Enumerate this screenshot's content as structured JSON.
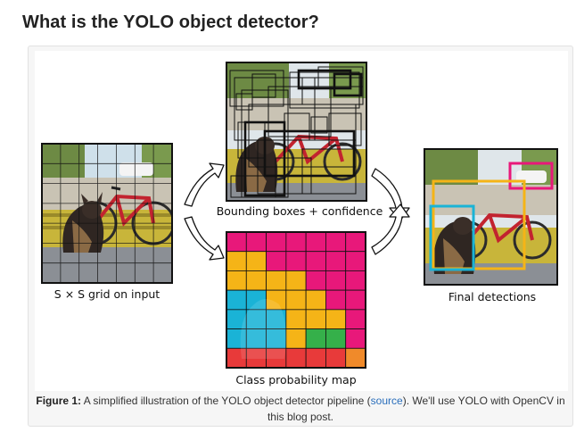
{
  "page": {
    "title": "What is the YOLO object detector?"
  },
  "figure": {
    "labels": {
      "grid": "S × S grid on input",
      "boxes": "Bounding boxes + confidence",
      "class_map": "Class probability map",
      "final": "Final detections"
    },
    "class_colors": {
      "magenta": "#e8187a",
      "yellow": "#f5b417",
      "cyan": "#1ab3d6",
      "green": "#35b04a",
      "red": "#e83a3a",
      "orange": "#f08a2a"
    },
    "detection_colors": {
      "car": "#e8187a",
      "bicycle": "#f5b417",
      "dog": "#1ab3d6"
    }
  },
  "caption": {
    "label": "Figure 1:",
    "text_before": "A simplified illustration of the YOLO object detector pipeline (",
    "link_text": "source",
    "text_after": "). We'll use YOLO with OpenCV in this blog post."
  }
}
